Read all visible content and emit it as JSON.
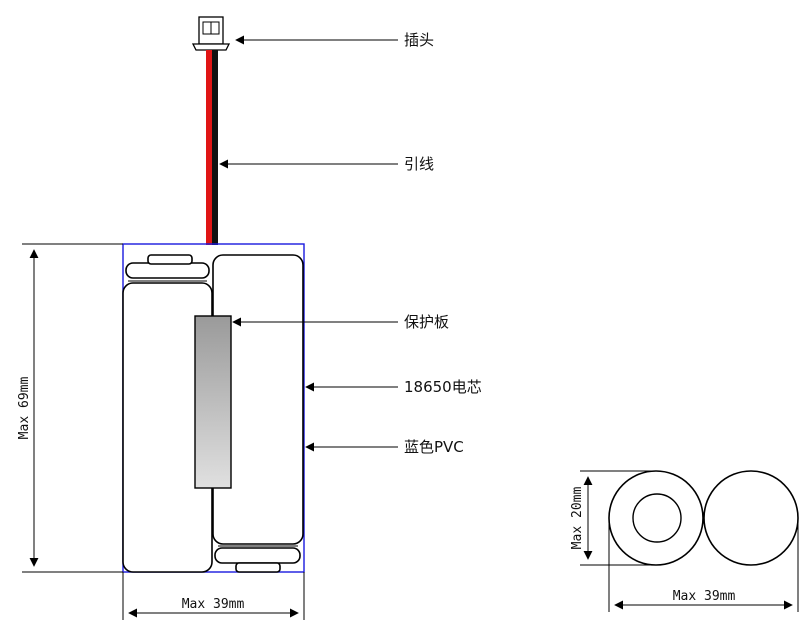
{
  "labels": {
    "plug": "插头",
    "lead_wire": "引线",
    "protection_board": "保护板",
    "cell": "18650电芯",
    "pvc_sleeve": "蓝色PVC"
  },
  "dimensions": {
    "side_height": "Max 69mm",
    "side_width": "Max 39mm",
    "end_height": "Max 20mm",
    "end_width": "Max 39mm"
  },
  "colors": {
    "pvc_outline": "#1a1adf",
    "wire_red": "#e01515",
    "wire_black": "#111111",
    "board_top": "#9a9a9a",
    "board_bottom": "#e0e0e0"
  },
  "icons": [
    "connector-icon"
  ]
}
